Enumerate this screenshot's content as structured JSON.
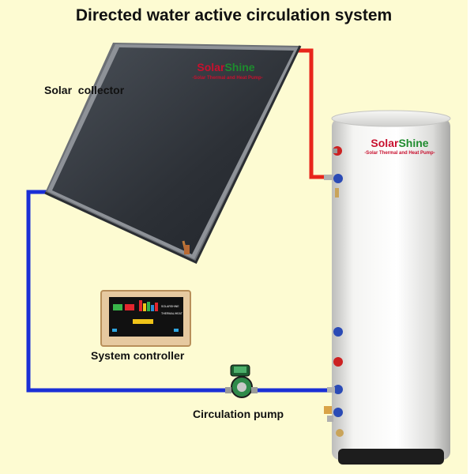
{
  "title": "Directed water active circulation system",
  "labels": {
    "collector": "Solar  collector",
    "controller": "System controller",
    "pump": "Circulation pump"
  },
  "brand": {
    "name_part1": "Solar",
    "name_part2": "Shine",
    "tagline": "-Solar Thermal and Heat Pump-",
    "color_part1": "#c8102e",
    "color_part2": "#1e8c2e"
  },
  "controller_panel_text": {
    "line1": "SOLARSHINE",
    "line2": "THERMAL/HEAT"
  },
  "colors": {
    "background": "#fdfbd2",
    "hot_pipe": "#e8251b",
    "cold_pipe": "#1a2fd6",
    "collector_glass": "#3b4048",
    "collector_frame": "#8e9298",
    "tank": "#ececea",
    "controller_frame": "#d8b88a",
    "controller_screen": "#111111",
    "pump": "#2f8a4a"
  },
  "icons": [
    "solar-collector-panel",
    "storage-tank",
    "system-controller-unit",
    "circulation-pump-icon"
  ]
}
